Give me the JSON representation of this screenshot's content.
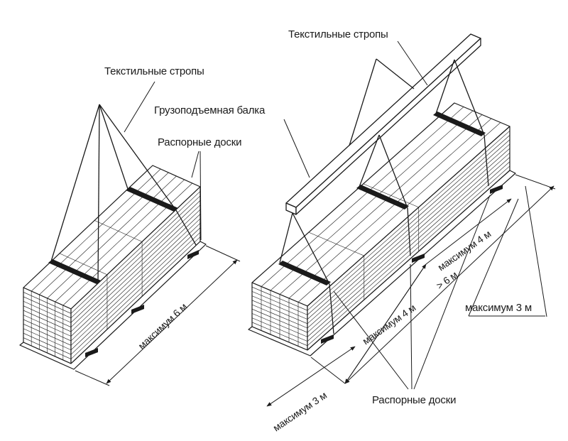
{
  "labels": {
    "slings_left": "Текстильные стропы",
    "slings_right": "Текстильные стропы",
    "beam": "Грузоподъемная балка",
    "spacers_left": "Распорные доски",
    "spacers_bottom": "Распорные доски",
    "max6_left": "максимум 6 м",
    "max3_front": "максимум 3 м",
    "max4_mid": "максимум 4 м",
    "max4_back": "максимум 4 м",
    "gt6": "> 6 м",
    "max3_side": "максимум 3 м"
  },
  "colors": {
    "ink": "#1a1a1a",
    "background": "#ffffff"
  }
}
